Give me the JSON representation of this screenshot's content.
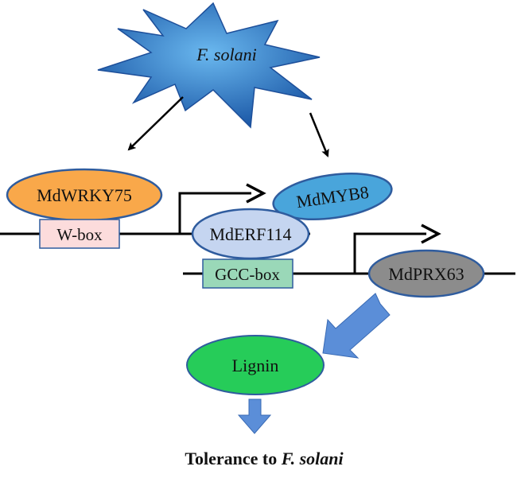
{
  "pathogen": {
    "label": "F. solani"
  },
  "nodes": {
    "wrky": "MdWRKY75",
    "wbox": "W-box",
    "myb": "MdMYB8",
    "erf": "MdERF114",
    "gcc": "GCC-box",
    "prx": "MdPRX63",
    "lignin": "Lignin"
  },
  "outcome": {
    "prefix": "Tolerance to ",
    "pathogen": "F. solani"
  },
  "colors": {
    "starburst_light": "#5aaee6",
    "starburst_dark": "#1d5aa8",
    "wrky_fill": "#f9a84a",
    "wbox_fill": "#fcdcdc",
    "myb_fill": "#49a5db",
    "erf_fill": "#c5d5f0",
    "gcc_fill": "#9ad8b8",
    "prx_fill": "#8c8c8c",
    "lignin_fill": "#26cc59",
    "block_arrow": "#5b8ed8",
    "node_border": "#2f5c9e"
  }
}
